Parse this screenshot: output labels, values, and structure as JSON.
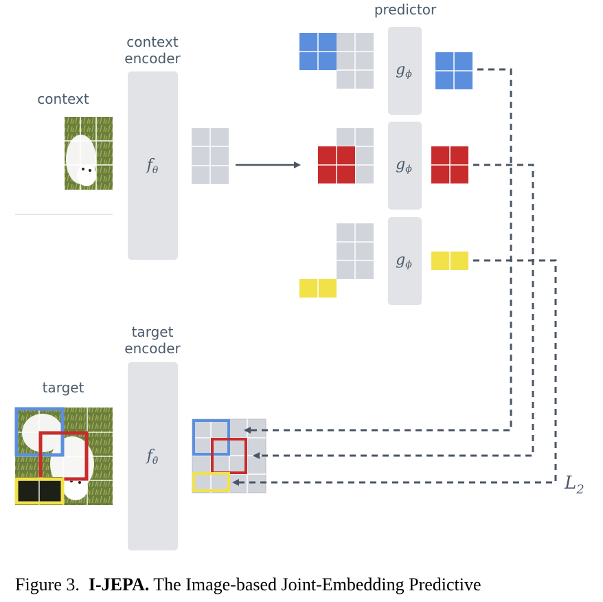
{
  "labels": {
    "predictor": "predictor",
    "context_encoder_line1": "context",
    "context_encoder_line2": "encoder",
    "context": "context",
    "target_encoder_line1": "target",
    "target_encoder_line2": "encoder",
    "target": "target"
  },
  "math": {
    "context_encoder_fn": "f",
    "context_encoder_sub": "θ",
    "target_encoder_fn": "f",
    "target_encoder_sub": "θ̄",
    "predictor_fn": "g",
    "predictor_sub": "ϕ",
    "loss": "L",
    "loss_sub": "2"
  },
  "caption": {
    "prefix": "Figure 3.",
    "bold": "I-JEPA.",
    "text": "The Image-based Joint-Embedding Predictive"
  },
  "colors": {
    "blue": "#5b8fde",
    "red": "#c72b2b",
    "yellow": "#f2e24a",
    "gray_block": "#d1d5db",
    "encoder_box": "#e1e3e7",
    "arrow": "#4a5563"
  }
}
